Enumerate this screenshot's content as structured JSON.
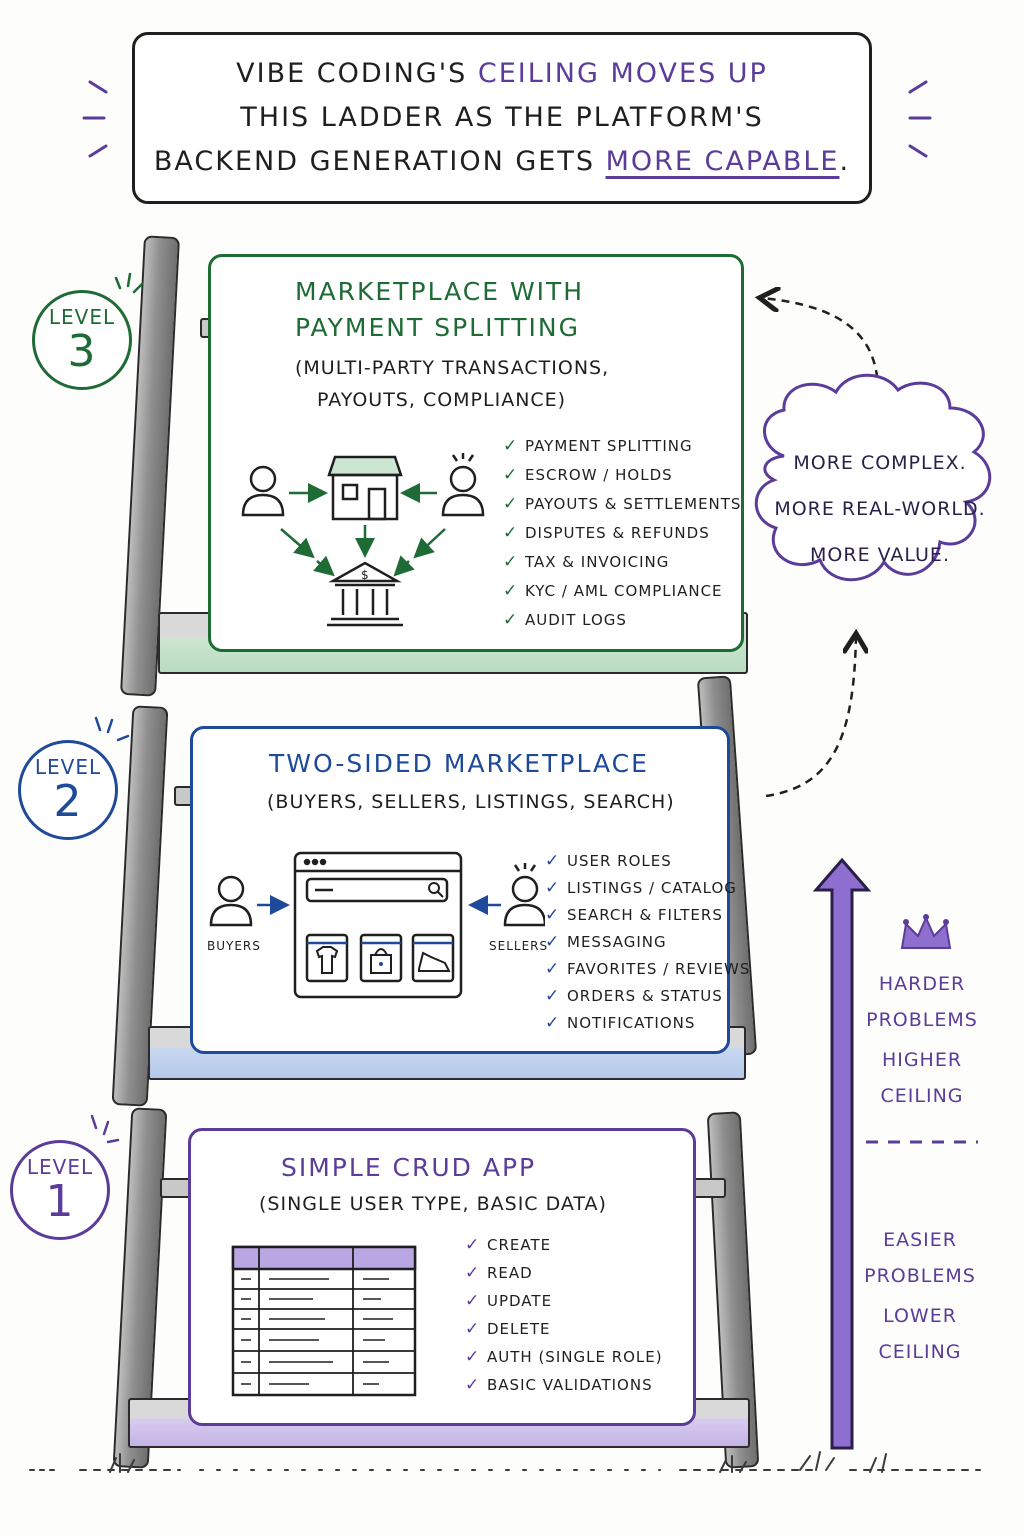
{
  "header": {
    "line1_a": "VIBE CODING'S ",
    "line1_b": "CEILING MOVES UP",
    "line2": "THIS LADDER AS THE PLATFORM'S",
    "line3_a": "BACKEND GENERATION GETS ",
    "line3_b": "MORE CAPABLE",
    "line3_c": "."
  },
  "levels": [
    {
      "badge_label": "LEVEL",
      "badge_number": "3",
      "title_line1": "MARKETPLACE WITH",
      "title_line2": "PAYMENT SPLITTING",
      "subtitle_line1": "(MULTI-PARTY TRANSACTIONS,",
      "subtitle_line2": "PAYOUTS, COMPLIANCE)",
      "items": [
        "PAYMENT SPLITTING",
        "ESCROW / HOLDS",
        "PAYOUTS & SETTLEMENTS",
        "DISPUTES & REFUNDS",
        "TAX & INVOICING",
        "KYC / AML COMPLIANCE",
        "AUDIT LOGS"
      ],
      "color": "#1e6b35",
      "icons": [
        "buyer-icon",
        "storefront-icon",
        "seller-icon",
        "bank-icon"
      ]
    },
    {
      "badge_label": "LEVEL",
      "badge_number": "2",
      "title": "TWO-SIDED MARKETPLACE",
      "subtitle": "(BUYERS, SELLERS, LISTINGS, SEARCH)",
      "buyers_label": "BUYERS",
      "sellers_label": "SELLERS",
      "items": [
        "USER ROLES",
        "LISTINGS / CATALOG",
        "SEARCH & FILTERS",
        "MESSAGING",
        "FAVORITES / REVIEWS",
        "ORDERS & STATUS",
        "NOTIFICATIONS"
      ],
      "color": "#1f4a9a",
      "icons": [
        "buyer-icon",
        "browser-window-icon",
        "search-icon",
        "tshirt-icon",
        "bag-icon",
        "shoe-icon",
        "seller-icon"
      ]
    },
    {
      "badge_label": "LEVEL",
      "badge_number": "1",
      "title": "SIMPLE CRUD APP",
      "subtitle": "(SINGLE USER TYPE, BASIC DATA)",
      "items": [
        "CREATE",
        "READ",
        "UPDATE",
        "DELETE",
        "AUTH (SINGLE ROLE)",
        "BASIC VALIDATIONS"
      ],
      "color": "#5b3c9a",
      "icons": [
        "data-table-icon"
      ]
    }
  ],
  "cloud": {
    "line1": "MORE COMPLEX.",
    "line2": "MORE REAL-WORLD.",
    "line3": "MORE VALUE."
  },
  "side": {
    "top_line1": "HARDER",
    "top_line2": "PROBLEMS",
    "top_line3": "HIGHER",
    "top_line4": "CEILING",
    "bottom_line1": "EASIER",
    "bottom_line2": "PROBLEMS",
    "bottom_line3": "LOWER",
    "bottom_line4": "CEILING",
    "icons": [
      "crown-icon",
      "up-arrow-icon"
    ]
  },
  "colors": {
    "green": "#1e6b35",
    "blue": "#1f4a9a",
    "purple": "#5b3c9a",
    "ink": "#1f1f1f"
  }
}
